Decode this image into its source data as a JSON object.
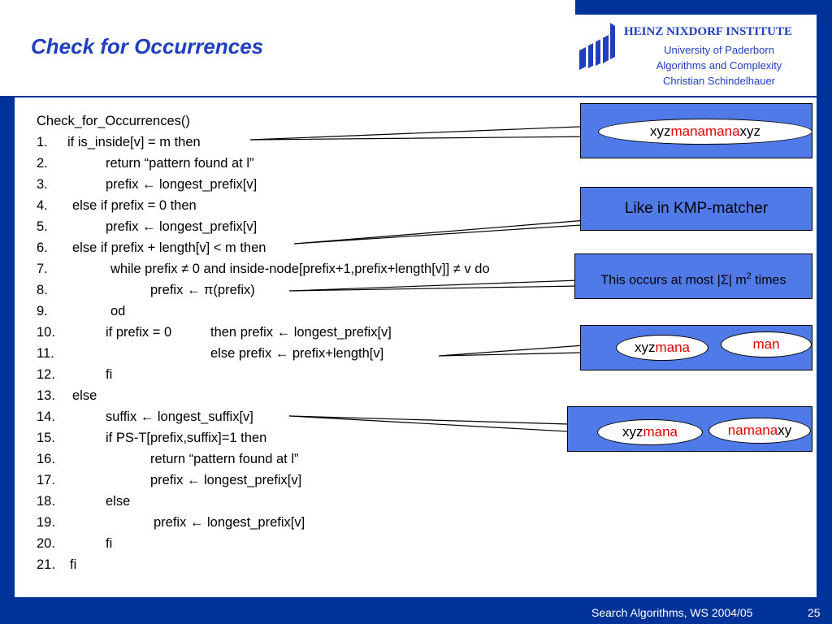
{
  "slide": {
    "title": "Check for Occurrences",
    "footer": "Search Algorithms, WS 2004/05",
    "page_number": "25",
    "brand_color": "#003399",
    "accent_color": "#4f7ae8"
  },
  "header": {
    "institute": "HEINZ NIXDORF INSTITUTE",
    "line1": "University of Paderborn",
    "line2": "Algorithms and Complexity",
    "line3": "Christian Schindelhauer",
    "logo_icon": "hni-logo-icon"
  },
  "code": {
    "heading": "Check_for_Occurrences()",
    "lines": [
      {
        "num": "1.",
        "text": "if is_inside[v] = m then"
      },
      {
        "num": "2.",
        "text": "return “pattern found at l”"
      },
      {
        "num": "3.",
        "text": "prefix ← longest_prefix[v]"
      },
      {
        "num": "4.",
        "text": "else if prefix = 0 then"
      },
      {
        "num": "5.",
        "text": "prefix ← longest_prefix[v]"
      },
      {
        "num": "6.",
        "text": "else if prefix + length[v] < m then"
      },
      {
        "num": "7.",
        "text": "while prefix ≠ 0 and inside-node[prefix+1,prefix+length[v]] ≠ v do"
      },
      {
        "num": "8.",
        "text": "prefix ← π(prefix)"
      },
      {
        "num": "9.",
        "text": "od"
      },
      {
        "num": "10.",
        "text": "if prefix = 0"
      },
      {
        "num": "11.",
        "text": "else prefix ← prefix+length[v]"
      },
      {
        "num": "12.",
        "text": "fi"
      },
      {
        "num": "13.",
        "text": "else"
      },
      {
        "num": "14.",
        "text": "suffix ← longest_suffix[v]"
      },
      {
        "num": "15.",
        "text": "if PS-T[prefix,suffix]=1 then"
      },
      {
        "num": "16.",
        "text": "return “pattern found at l”"
      },
      {
        "num": "17.",
        "text": "prefix ← longest_prefix[v]"
      },
      {
        "num": "18.",
        "text": "else"
      },
      {
        "num": "19.",
        "text": "prefix ← longest_prefix[v]"
      },
      {
        "num": "20.",
        "text": "fi"
      },
      {
        "num": "21.",
        "text": "fi"
      }
    ],
    "line10_then": "then prefix ← longest_prefix[v]"
  },
  "callouts": {
    "c1": {
      "black1": "xyz",
      "red": "manamana",
      "black2": "xyz"
    },
    "c2": {
      "text": "Like in KMP-matcher"
    },
    "c3": {
      "pre": "This occurs at most |Σ| m",
      "sup": "2",
      "post": " times"
    },
    "c4": {
      "left_black": "xyz",
      "left_red": "mana",
      "right_red": "man"
    },
    "c5": {
      "left_black": "xyz",
      "left_red": "mana",
      "right_red": "namana",
      "right_black": "xy"
    }
  }
}
